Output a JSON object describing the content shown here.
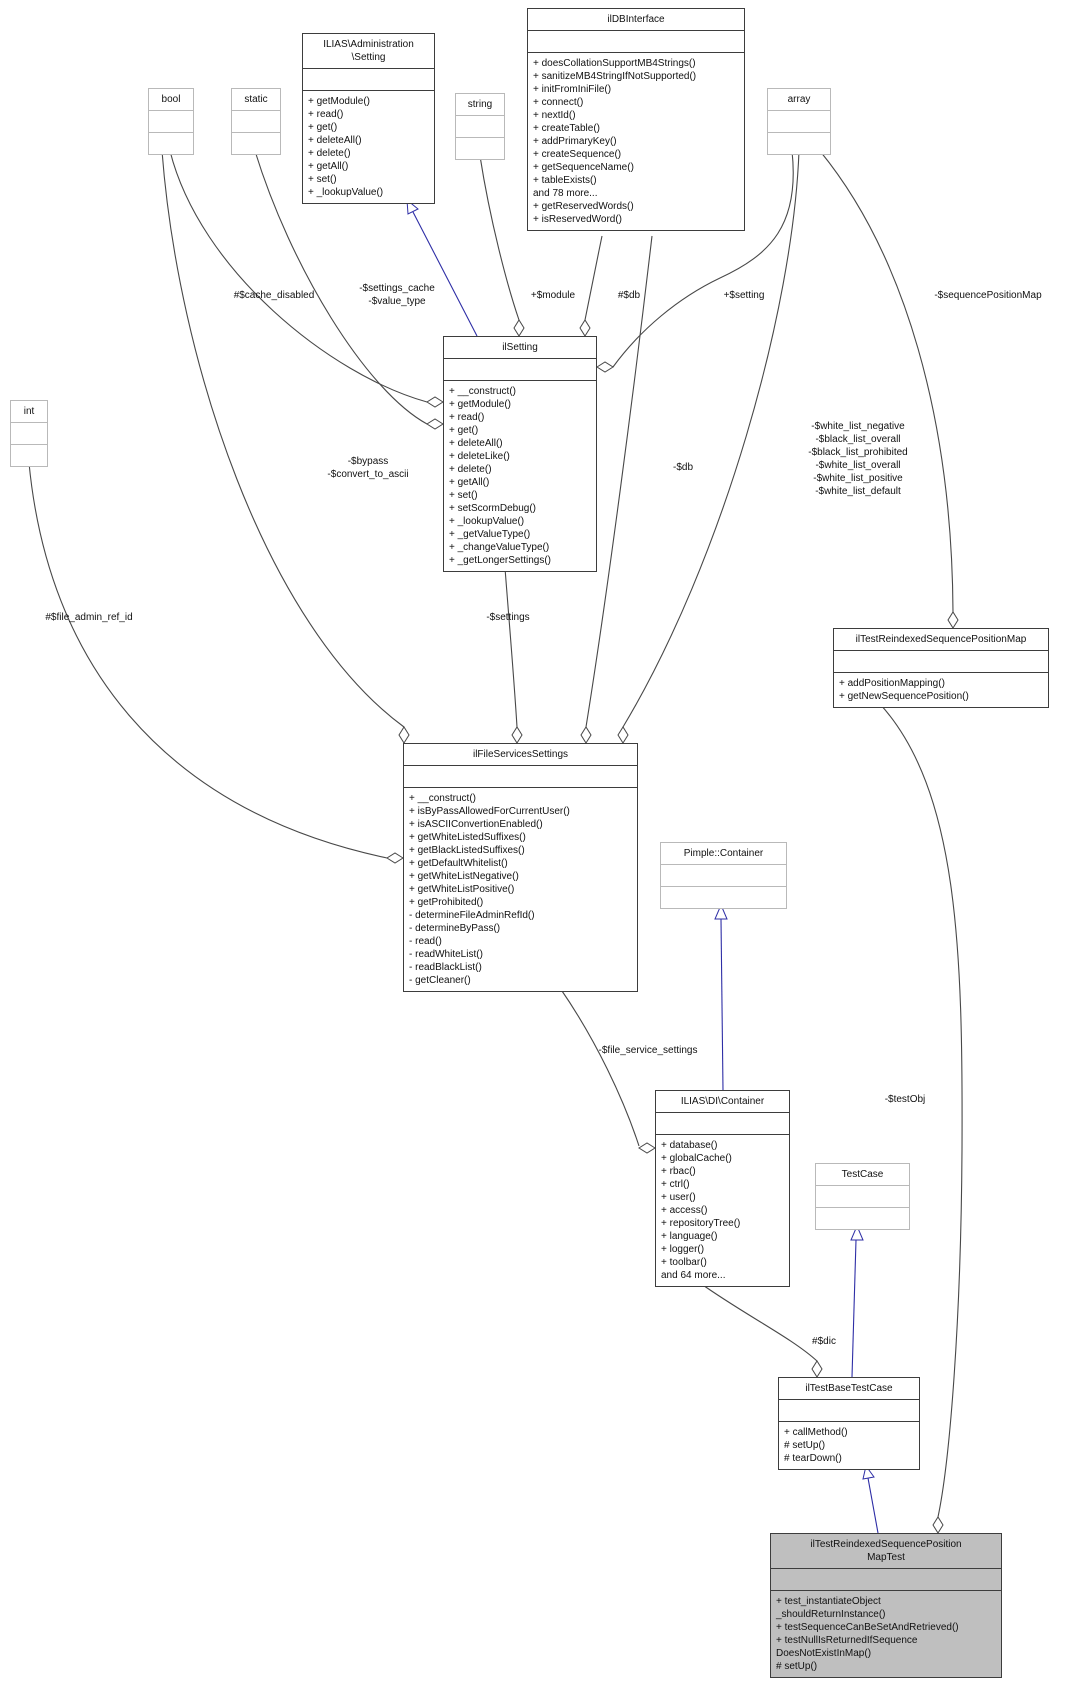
{
  "diagram_title": "Collaboration diagram for ilTestReindexedSequencePositionMapTest",
  "colors": {
    "usage_edge": "#484848",
    "inheritance_edge": "#2e2ea6",
    "highlight_fill": "#bfbfbf",
    "type_box_border": "#b9b9b9",
    "class_box_border": "#3d3d3d"
  },
  "classes": {
    "bool_box": {
      "title": "bool"
    },
    "static_box": {
      "title": "static"
    },
    "admin_setting": {
      "title": "ILIAS\\Administration\n\\Setting",
      "methods": [
        "+ getModule()",
        "+ read()",
        "+ get()",
        "+ deleteAll()",
        "+ delete()",
        "+ getAll()",
        "+ set()",
        "+ _lookupValue()"
      ]
    },
    "string_box": {
      "title": "string"
    },
    "db_interface": {
      "title": "ilDBInterface",
      "methods": [
        "+ doesCollationSupportMB4Strings()",
        "+ sanitizeMB4StringIfNotSupported()",
        "+ initFromIniFile()",
        "+ connect()",
        "+ nextId()",
        "+ createTable()",
        "+ addPrimaryKey()",
        "+ createSequence()",
        "+ getSequenceName()",
        "+ tableExists()",
        "and 78 more...",
        "+ getReservedWords()",
        "+ isReservedWord()"
      ]
    },
    "array_box": {
      "title": "array"
    },
    "il_setting": {
      "title": "ilSetting",
      "methods": [
        "+ __construct()",
        "+ getModule()",
        "+ read()",
        "+ get()",
        "+ deleteAll()",
        "+ deleteLike()",
        "+ delete()",
        "+ getAll()",
        "+ set()",
        "+ setScormDebug()",
        "+ _lookupValue()",
        "+ _getValueType()",
        "+ _changeValueType()",
        "+ _getLongerSettings()"
      ]
    },
    "int_box": {
      "title": "int"
    },
    "seq_map": {
      "title": "ilTestReindexedSequencePositionMap",
      "methods": [
        "+ addPositionMapping()",
        "+ getNewSequencePosition()"
      ]
    },
    "file_services": {
      "title": "ilFileServicesSettings",
      "methods": [
        "+ __construct()",
        "+ isByPassAllowedForCurrentUser()",
        "+ isASCIIConvertionEnabled()",
        "+ getWhiteListedSuffixes()",
        "+ getBlackListedSuffixes()",
        "+ getDefaultWhitelist()",
        "+ getWhiteListNegative()",
        "+ getWhiteListPositive()",
        "+ getProhibited()",
        "- determineFileAdminRefId()",
        "- determineByPass()",
        "- read()",
        "- readWhiteList()",
        "- readBlackList()",
        "- getCleaner()"
      ]
    },
    "pimple": {
      "title": "Pimple::Container"
    },
    "di_container": {
      "title": "ILIAS\\DI\\Container",
      "methods": [
        "+ database()",
        "+ globalCache()",
        "+ rbac()",
        "+ ctrl()",
        "+ user()",
        "+ access()",
        "+ repositoryTree()",
        "+ language()",
        "+ logger()",
        "+ toolbar()",
        "and 64 more..."
      ]
    },
    "test_case": {
      "title": "TestCase"
    },
    "base_test": {
      "title": "ilTestBaseTestCase",
      "methods": [
        "+ callMethod()",
        "# setUp()",
        "# tearDown()"
      ]
    },
    "map_test": {
      "title": "ilTestReindexedSequencePosition\nMapTest",
      "methods": [
        "+ test_instantiateObject",
        "_shouldReturnInstance()",
        "+ testSequenceCanBeSetAndRetrieved()",
        "+ testNullIsReturnedIfSequence",
        "DoesNotExistInMap()",
        "# setUp()"
      ]
    }
  },
  "edge_labels": {
    "cache_disabled": "#$cache_disabled",
    "settings_cache": "-$settings_cache\n-$value_type",
    "module": "+$module",
    "db": "#$db",
    "setting": "+$setting",
    "sequence_position_map": "-$sequencePositionMap",
    "bypass": "-$bypass\n-$convert_to_ascii",
    "db2": "-$db",
    "white_lists": "-$white_list_negative\n-$black_list_overall\n-$black_list_prohibited\n-$white_list_overall\n-$white_list_positive\n-$white_list_default",
    "file_admin_ref_id": "#$file_admin_ref_id",
    "settings": "-$settings",
    "file_service_settings": "-$file_service_settings",
    "dic": "#$dic",
    "test_obj": "-$testObj"
  }
}
